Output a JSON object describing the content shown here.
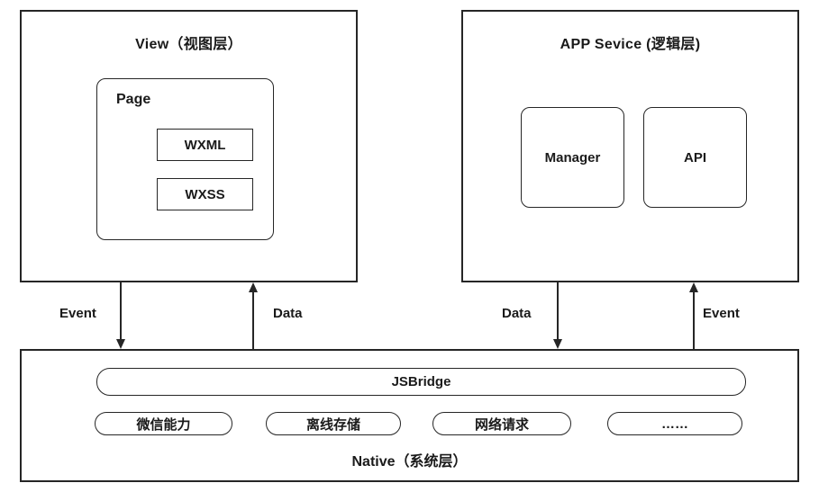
{
  "diagram": {
    "view_layer": {
      "title": "View（视图层）",
      "page": {
        "label": "Page",
        "children": [
          "WXML",
          "WXSS"
        ]
      }
    },
    "app_service_layer": {
      "title": "APP Sevice (逻辑层)",
      "children": [
        "Manager",
        "API"
      ]
    },
    "flows": {
      "view_event_down": "Event",
      "view_data_up": "Data",
      "service_data_down": "Data",
      "service_event_up": "Event"
    },
    "native_layer": {
      "title": "Native（系统层）",
      "bridge": "JSBridge",
      "capabilities": [
        "微信能力",
        "离线存储",
        "网络请求",
        "……"
      ]
    },
    "colors": {
      "line": "#262626",
      "background": "#ffffff",
      "text": "#1a1a1a"
    }
  }
}
